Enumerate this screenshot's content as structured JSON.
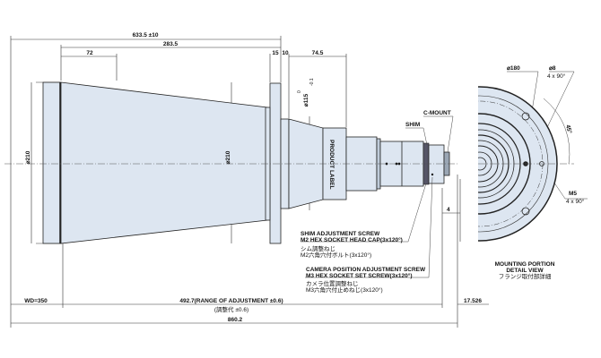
{
  "dimensions": {
    "overall_lens": "633.5 ±10",
    "cone_length": "283.5",
    "front_length": "72",
    "flange": "15",
    "flange_gap": "10",
    "rear_length": "74.5",
    "front_diameter": "⌀210",
    "cone_diameter": "⌀210",
    "mount_diameter": "⌀115",
    "mount_tolerance_upper": "0",
    "mount_tolerance_lower": "-0.1",
    "cmount_offset": "4",
    "working_distance": "WD=350",
    "adjust_range": "492.7(RANGE OF ADJUSTMENT ±0.6)",
    "adjust_range_jp": "(調整代 ±0.6)",
    "flange_back": "17.526",
    "total": "860.2"
  },
  "labels": {
    "product_label": "PRODUCT LABEL",
    "c_mount": "C-MOUNT",
    "shim": "SHIM",
    "shim_screw_1": "SHIM ADJUSTMENT SCREW",
    "shim_screw_2": "M2 HEX SOCKET HEAD CAP(3x120°)",
    "shim_screw_jp1": "シム調整ねじ",
    "shim_screw_jp2": "M2六角穴付ボルト(3x120°)",
    "cam_screw_1": "CAMERA POSITION ADJUSTMENT SCREW",
    "cam_screw_2": "M3 HEX SOCKET SET SCREW(3x120°)",
    "cam_screw_jp1": "カメラ位置調整ねじ",
    "cam_screw_jp2": "M3六角穴付止めねじ(3x120°)"
  },
  "detail": {
    "title_1": "MOUNTING PORTION",
    "title_2": "DETAIL VIEW",
    "title_jp": "フランジ取付部詳細",
    "pcd": "⌀180",
    "hole": "⌀8",
    "hole_count": "4 x 90°",
    "angle": "45°",
    "thread": "M5",
    "thread_count": "4 x 90°"
  }
}
